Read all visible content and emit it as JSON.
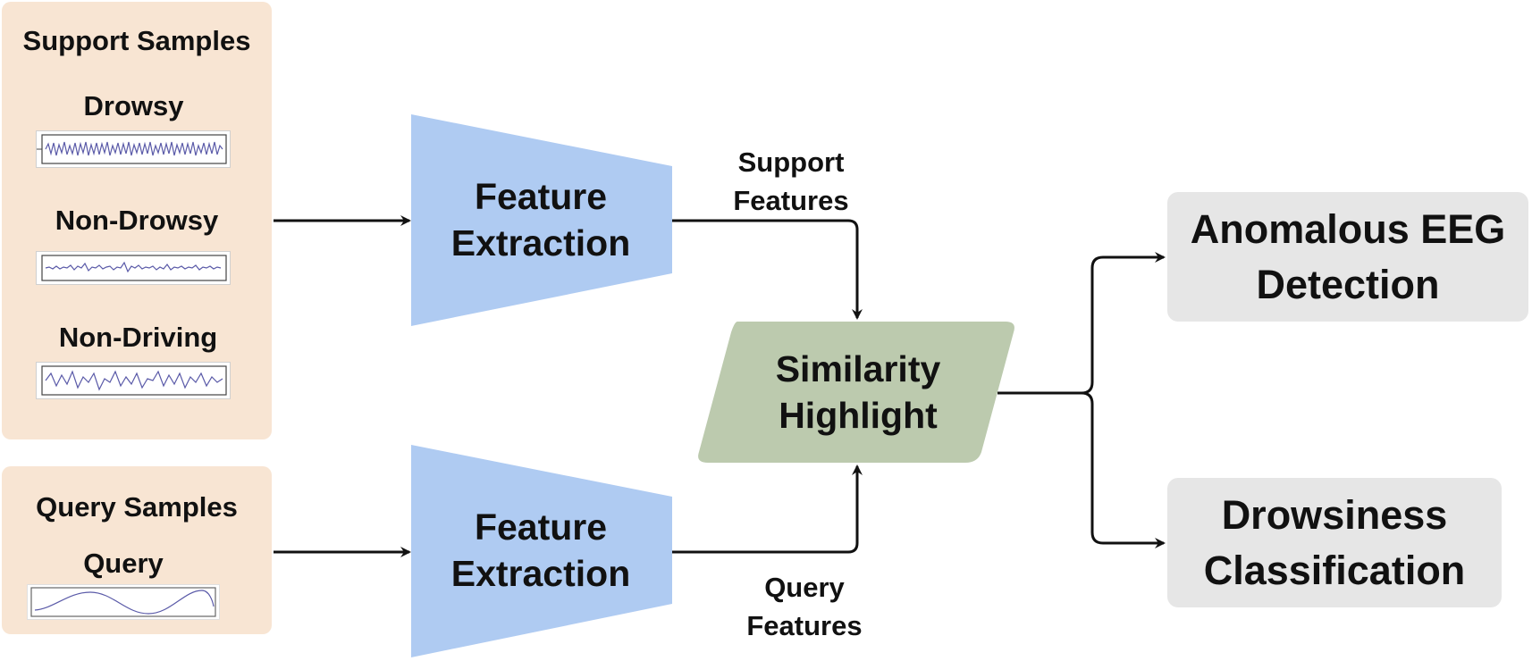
{
  "support": {
    "title": "Support Samples",
    "samples": [
      {
        "label": "Drowsy"
      },
      {
        "label": "Non-Drowsy"
      },
      {
        "label": "Non-Driving"
      }
    ]
  },
  "query": {
    "title": "Query Samples",
    "sample_label": "Query"
  },
  "feature_extractor_top": {
    "line1": "Feature",
    "line2": "Extraction"
  },
  "feature_extractor_bottom": {
    "line1": "Feature",
    "line2": "Extraction"
  },
  "support_features": {
    "line1": "Support",
    "line2": "Features"
  },
  "query_features": {
    "line1": "Query",
    "line2": "Features"
  },
  "similarity": {
    "line1": "Similarity",
    "line2": "Highlight"
  },
  "outputs": [
    {
      "line1": "Anomalous EEG",
      "line2": "Detection"
    },
    {
      "line1": "Drowsiness",
      "line2": "Classification"
    }
  ],
  "colors": {
    "sample_panel": "#f8e5d3",
    "extractor": "#afcbf2",
    "similarity": "#bccaae",
    "output_box": "#e6e6e6",
    "signal": "#5a5aa8"
  }
}
